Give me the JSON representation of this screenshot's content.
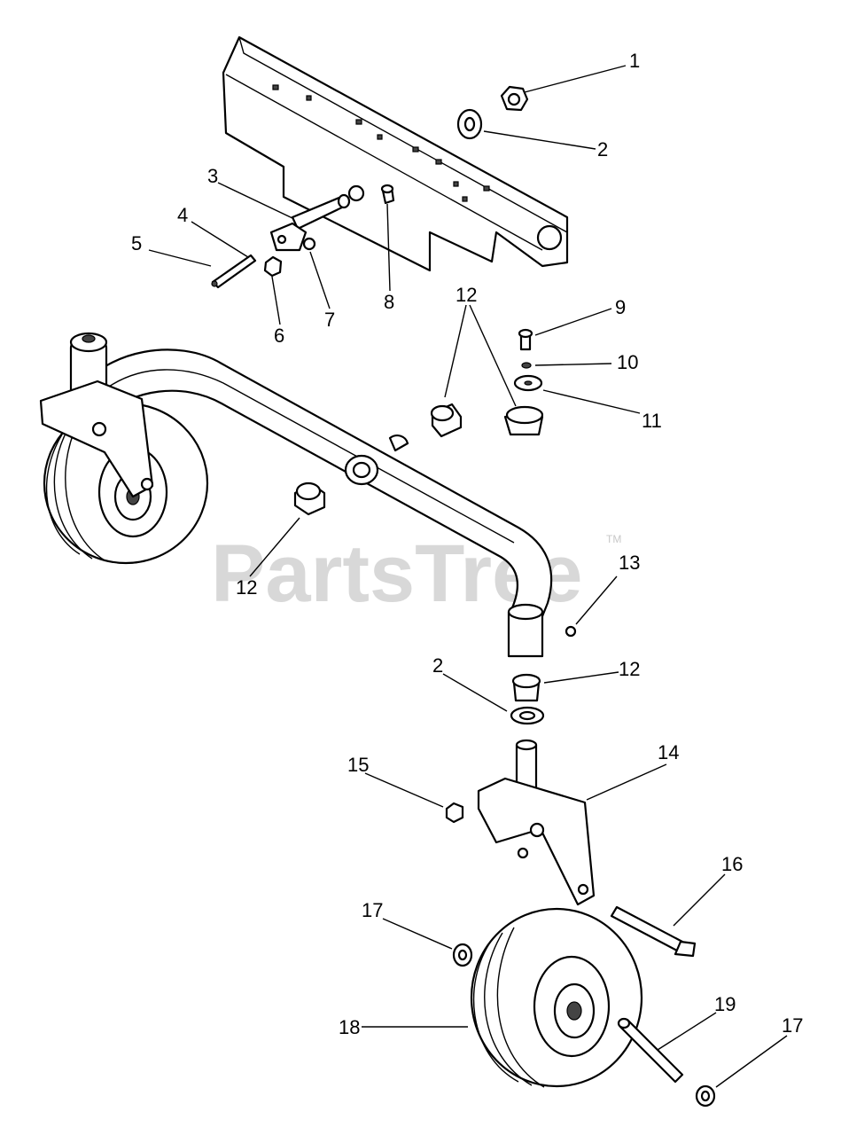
{
  "watermark": {
    "brand": "PartsTree",
    "trademark": "TM"
  },
  "callouts": [
    {
      "id": "c1",
      "label": "1"
    },
    {
      "id": "c2a",
      "label": "2"
    },
    {
      "id": "c3",
      "label": "3"
    },
    {
      "id": "c4",
      "label": "4"
    },
    {
      "id": "c5",
      "label": "5"
    },
    {
      "id": "c6",
      "label": "6"
    },
    {
      "id": "c7",
      "label": "7"
    },
    {
      "id": "c8",
      "label": "8"
    },
    {
      "id": "c9",
      "label": "9"
    },
    {
      "id": "c10",
      "label": "10"
    },
    {
      "id": "c11",
      "label": "11"
    },
    {
      "id": "c12a",
      "label": "12"
    },
    {
      "id": "c12b",
      "label": "12"
    },
    {
      "id": "c12c",
      "label": "12"
    },
    {
      "id": "c13",
      "label": "13"
    },
    {
      "id": "c2b",
      "label": "2"
    },
    {
      "id": "c14",
      "label": "14"
    },
    {
      "id": "c15",
      "label": "15"
    },
    {
      "id": "c16",
      "label": "16"
    },
    {
      "id": "c17a",
      "label": "17"
    },
    {
      "id": "c17b",
      "label": "17"
    },
    {
      "id": "c18",
      "label": "18"
    },
    {
      "id": "c19",
      "label": "19"
    }
  ]
}
